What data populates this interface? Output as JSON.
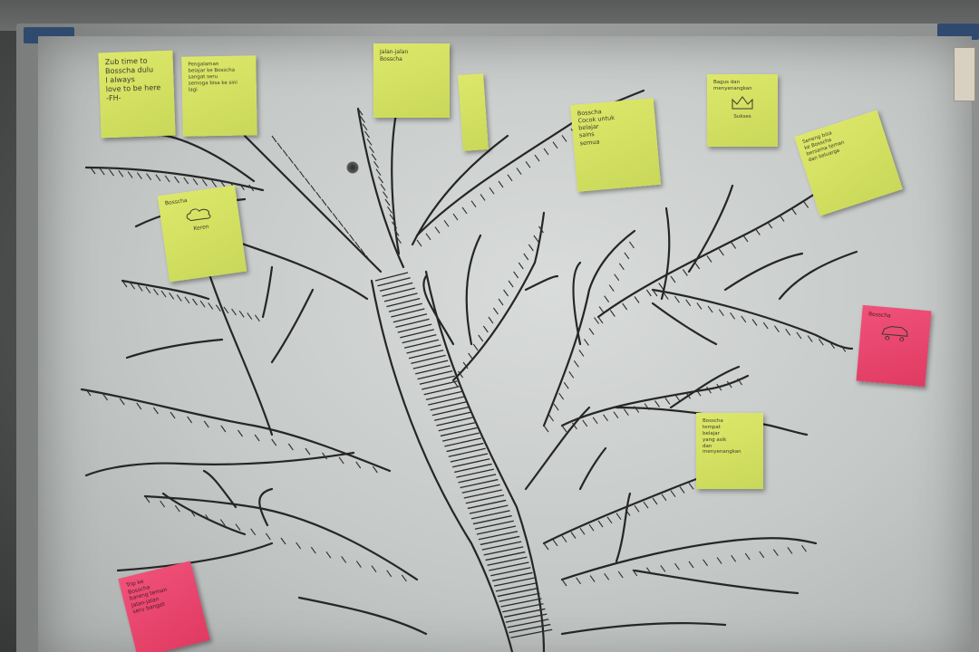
{
  "scene": {
    "colors": {
      "board": "#d2d6d4",
      "frame": "#9a9d9b",
      "corner_cap": "#2f4a6e",
      "note_yellow": "#d6e363",
      "note_pink": "#e8446c",
      "ink": "#262626"
    }
  },
  "notes": [
    {
      "id": "note-1",
      "color": "yellow",
      "lines": [
        "Zub time to",
        "Bosscha dulu",
        "I always",
        "love to be here",
        "-FH-"
      ]
    },
    {
      "id": "note-2",
      "color": "yellow",
      "lines": [
        "Pengalaman",
        "belajar ke Bosscha",
        "sangat seru",
        "semoga bisa ke sini",
        "lagi"
      ]
    },
    {
      "id": "note-3",
      "color": "yellow",
      "lines": [
        "Jalan-jalan",
        "Bosscha"
      ]
    },
    {
      "id": "note-4",
      "color": "yellow",
      "lines": []
    },
    {
      "id": "note-5",
      "color": "yellow",
      "lines": [
        "Bosscha",
        "Cocok untuk",
        "belajar",
        "sains",
        "semua"
      ]
    },
    {
      "id": "note-6",
      "color": "yellow",
      "lines": [
        "Bagus dan",
        "menyenangkan"
      ],
      "doodle": "crown-icon",
      "footer": "Sukses"
    },
    {
      "id": "note-7",
      "color": "yellow",
      "lines": [
        "Seneng bisa",
        "ke Bosscha",
        "bersama teman",
        "dan keluarga"
      ]
    },
    {
      "id": "note-8",
      "color": "yellow",
      "lines": [
        "Bosscha"
      ],
      "doodle": "cloud-doodle-icon",
      "footer": "Keren"
    },
    {
      "id": "note-9",
      "color": "pink",
      "lines": [
        "Bosscha"
      ],
      "doodle": "car-doodle-icon"
    },
    {
      "id": "note-10",
      "color": "yellow",
      "lines": [
        "Bosscha",
        "tempat",
        "belajar",
        "yang asik",
        "dan",
        "menyenangkan"
      ]
    },
    {
      "id": "note-11",
      "color": "pink",
      "lines": [
        "Trip ke",
        "Bosscha",
        "bareng teman",
        "Jalan-jalan",
        "seru banget"
      ]
    }
  ]
}
